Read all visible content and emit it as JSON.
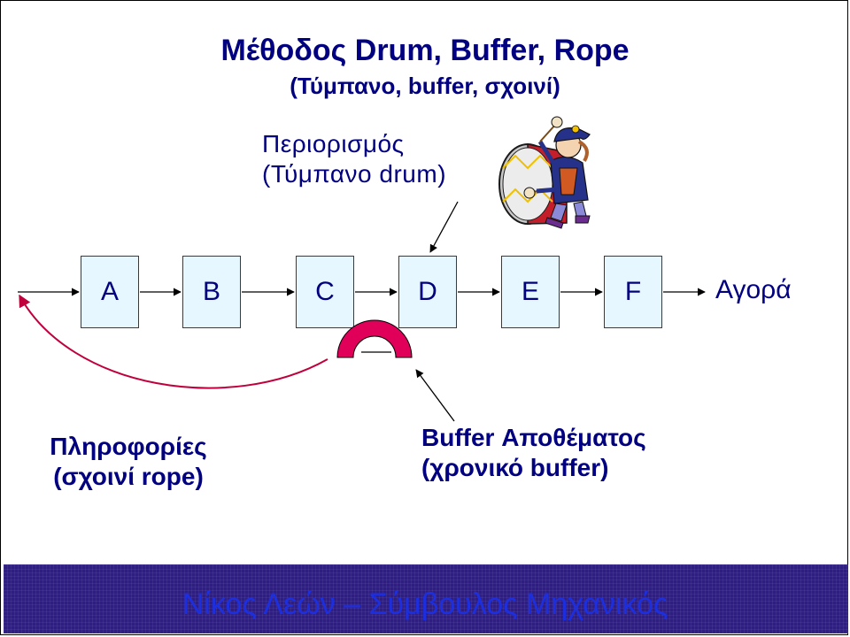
{
  "title": "Μέθοδος Drum, Buffer, Rope",
  "subtitle": "(Τύμπανο, buffer, σχοινί)",
  "constraint_label": {
    "line1": "Περιορισμός",
    "line2": "(Τύμπανο drum)"
  },
  "process_steps": [
    "A",
    "B",
    "C",
    "D",
    "E",
    "F"
  ],
  "market_label": "Αγορά",
  "rope_label": {
    "line1": "Πληροφορίες",
    "line2": "(σχοινί rope)"
  },
  "buffer_label": {
    "line1": "Buffer Αποθέματος",
    "line2": "(χρονικό buffer)"
  },
  "footer": "Νίκος Λεών – Σύμβουλος Μηχανικός",
  "colors": {
    "text": "#000080",
    "box_fill": "#e6f7ff",
    "buffer": "#e0005a",
    "rope": "#c0003c",
    "footer_bg": "#2f1e82",
    "footer_text": "#1c2fe0"
  },
  "icons": {
    "drummer": "drummer-illustration",
    "buffer": "buffer-arch-shape"
  }
}
